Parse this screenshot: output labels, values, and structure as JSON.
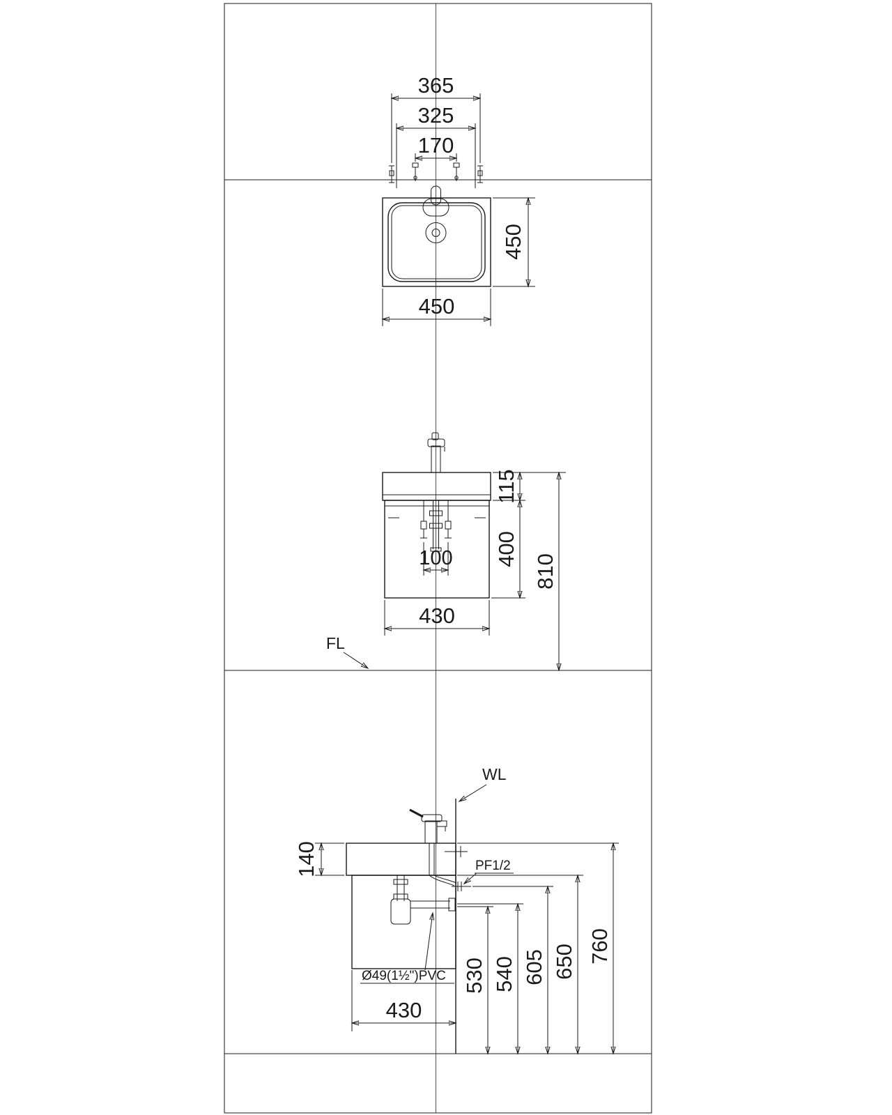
{
  "colors": {
    "line": "#1a1a1a",
    "background": "#ffffff"
  },
  "plan_view": {
    "dim_365": "365",
    "dim_325": "325",
    "dim_170": "170",
    "dim_450_depth": "450",
    "dim_450_width": "450"
  },
  "front_view": {
    "dim_100": "100",
    "dim_115": "115",
    "dim_400": "400",
    "dim_810": "810",
    "dim_430": "430",
    "floor_line_label": "FL"
  },
  "side_view": {
    "wall_line_label": "WL",
    "dim_140": "140",
    "supply_fitting_label": "PF1/2",
    "drain_pipe_label": "Ø49(1½\")PVC",
    "dim_530": "530",
    "dim_540": "540",
    "dim_605": "605",
    "dim_650": "650",
    "dim_760": "760",
    "dim_430_depth": "430"
  }
}
